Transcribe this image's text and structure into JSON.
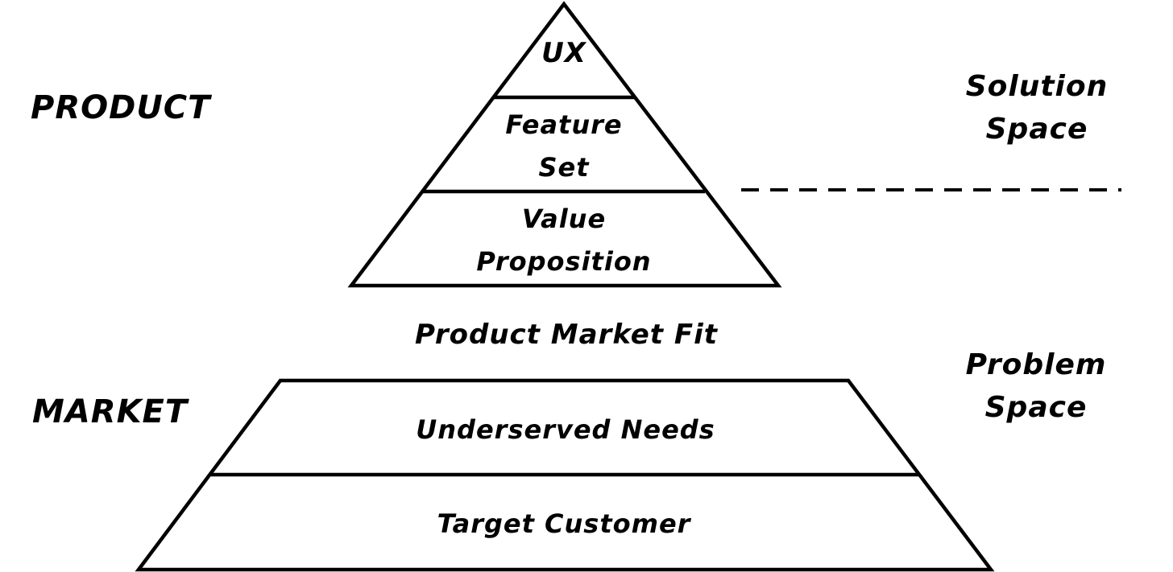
{
  "product_pyramid": {
    "tiers": [
      {
        "lines": [
          "UX"
        ]
      },
      {
        "lines": [
          "Feature",
          "Set"
        ]
      },
      {
        "lines": [
          "Value",
          "Proposition"
        ]
      }
    ]
  },
  "fit_label": "Product Market Fit",
  "market_pyramid": {
    "tiers": [
      {
        "lines": [
          "Underserved Needs"
        ]
      },
      {
        "lines": [
          "Target Customer"
        ]
      }
    ]
  },
  "left_labels": {
    "product": "PRODUCT",
    "market": "MARKET"
  },
  "right_labels": {
    "solution": [
      "Solution",
      "Space"
    ],
    "problem": [
      "Problem",
      "Space"
    ]
  }
}
